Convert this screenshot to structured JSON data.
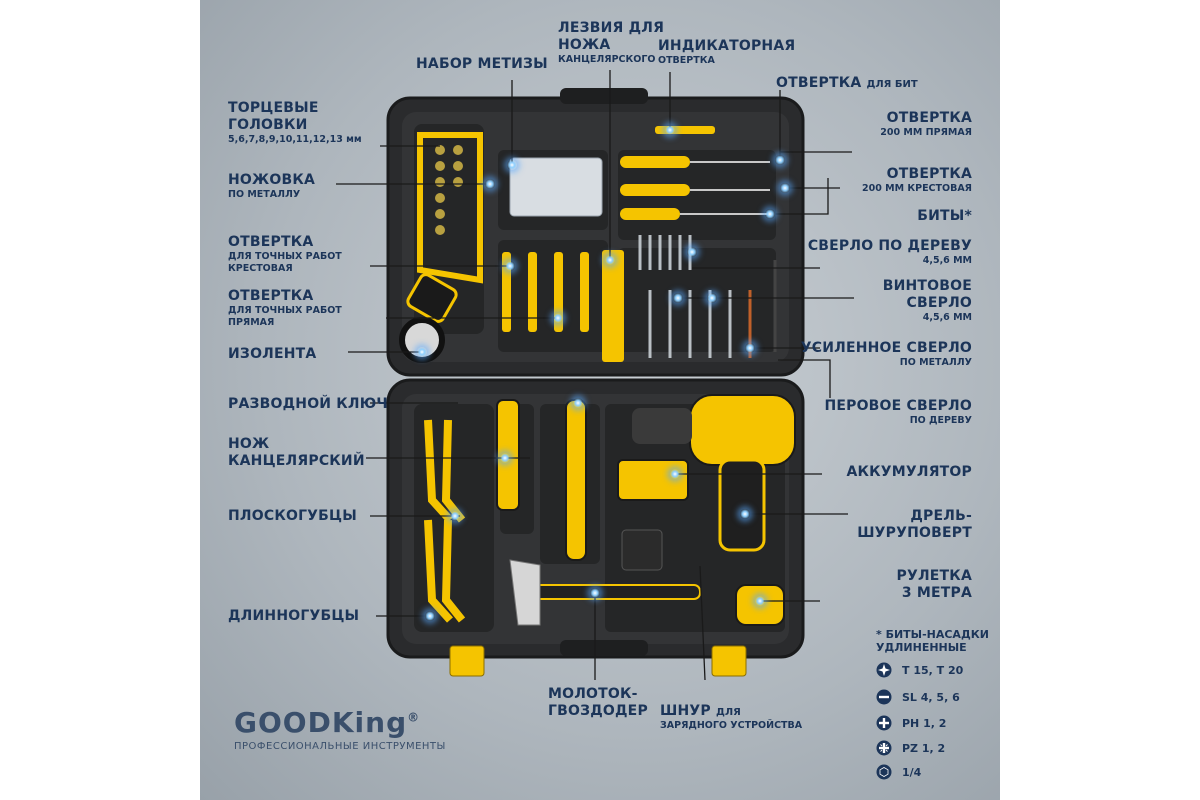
{
  "labels": {
    "sockets_1": "ТОРЦЕВЫЕ",
    "sockets_2": "ГОЛОВКИ",
    "sockets_sub": "5,6,7,8,9,10,11,12,13 мм",
    "hacksaw_1": "НОЖОВКА",
    "hacksaw_sub": "ПО МЕТАЛЛУ",
    "precision_phillips_1": "ОТВЕРТКА",
    "precision_phillips_sub1": "ДЛЯ ТОЧНЫХ РАБОТ",
    "precision_phillips_sub2": "КРЕСТОВАЯ",
    "precision_flat_1": "ОТВЕРТКА",
    "precision_flat_sub1": "ДЛЯ ТОЧНЫХ РАБОТ",
    "precision_flat_sub2": "ПРЯМАЯ",
    "tape": "ИЗОЛЕНТА",
    "wrench": "РАЗВОДНОЙ КЛЮЧ",
    "knife_1": "НОЖ",
    "knife_2": "КАНЦЕЛЯРСКИЙ",
    "pliers": "ПЛОСКОГУБЦЫ",
    "longnose": "ДЛИННОГУБЦЫ",
    "hardware": "НАБОР МЕТИЗЫ",
    "blades_1": "ЛЕЗВИЯ ДЛЯ",
    "blades_2": "НОЖА",
    "blades_sub": "КАНЦЕЛЯРСКОГО",
    "indicator_1": "ИНДИКАТОРНАЯ",
    "indicator_sub": "ОТВЕРТКА",
    "bit_driver_1": "ОТВЕРТКА",
    "bit_driver_sub": "ДЛЯ БИТ",
    "flat_200_1": "ОТВЕРТКА",
    "flat_200_sub": "200 ММ ПРЯМАЯ",
    "phillips_200_1": "ОТВЕРТКА",
    "phillips_200_sub": "200 ММ КРЕСТОВАЯ",
    "bits": "БИТЫ*",
    "wood_drill_1": "СВЕРЛО ПО ДЕРЕВУ",
    "wood_drill_sub": "4,5,6 ММ",
    "screw_drill_1": "ВИНТОВОЕ",
    "screw_drill_2": "СВЕРЛО",
    "screw_drill_sub": "4,5,6 ММ",
    "metal_drill_1": "УСИЛЕННОЕ СВЕРЛО",
    "metal_drill_sub": "ПО МЕТАЛЛУ",
    "spade_drill_1": "ПЕРОВОЕ СВЕРЛО",
    "spade_drill_sub": "ПО ДЕРЕВУ",
    "battery": "АККУМУЛЯТОР",
    "drill_1": "ДРЕЛЬ-",
    "drill_2": "ШУРУПОВЕРТ",
    "measure_1": "РУЛЕТКА",
    "measure_2": "3 МЕТРА",
    "hammer_1": "МОЛОТОК-",
    "hammer_2": "ГВОЗДОДЕР",
    "cord_1": "ШНУР",
    "cord_inline": "ДЛЯ",
    "cord_sub": "ЗАРЯДНОГО УСТРОЙСТВА"
  },
  "footnote": {
    "title_1": "* БИТЫ-НАСАДКИ",
    "title_2": "УДЛИНЕННЫЕ",
    "rows": [
      {
        "icon": "torx-icon",
        "text": "T 15, T 20"
      },
      {
        "icon": "slotted-icon",
        "text": "SL 4, 5, 6"
      },
      {
        "icon": "phillips-icon",
        "text": "PH 1, 2"
      },
      {
        "icon": "pozidriv-icon",
        "text": "PZ 1, 2"
      },
      {
        "icon": "hex-shank-icon",
        "text": "1/4"
      }
    ]
  },
  "brand": {
    "logo_part1": "GOOD",
    "logo_part2": "King",
    "registered": "®",
    "slogan": "ПРОФЕССИОНАЛЬНЫЕ ИНСТРУМЕНТЫ"
  },
  "colors": {
    "accent": "#f5c400",
    "case": "#2a2b2d",
    "label_text": "#1c3559",
    "background": "#aeb6bd"
  }
}
